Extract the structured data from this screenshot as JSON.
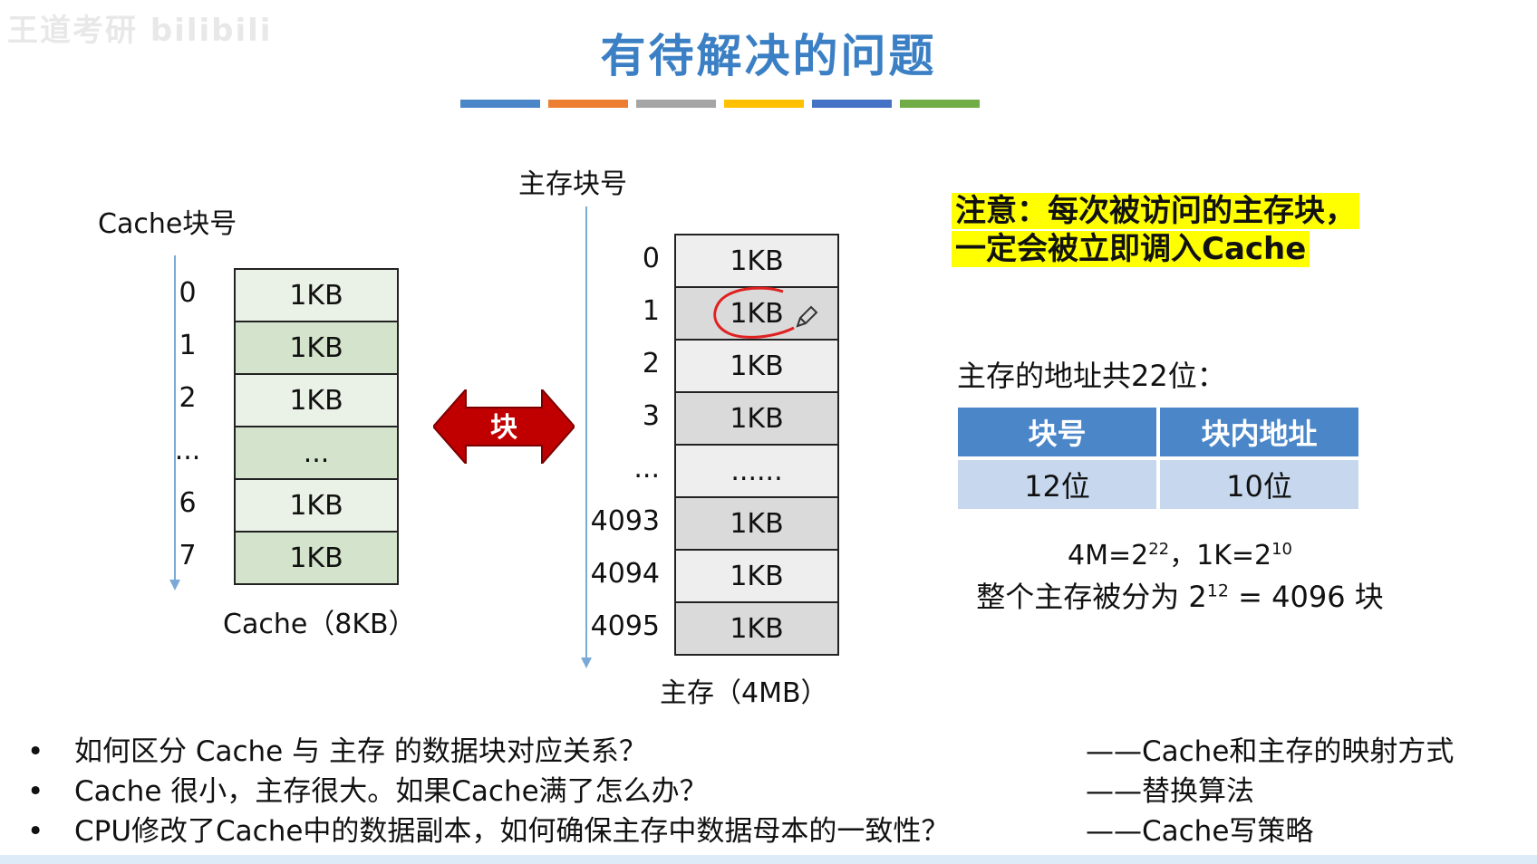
{
  "watermark": "王道考研 bilibili",
  "title": "有待解决的问题",
  "title_bar_colors": [
    "#4a86c8",
    "#ed7d31",
    "#a5a5a5",
    "#ffc000",
    "#4472c4",
    "#70ad47"
  ],
  "cache": {
    "label": "Cache块号",
    "caption": "Cache（8KB）",
    "indices": [
      "0",
      "1",
      "2",
      "...",
      "6",
      "7"
    ],
    "blocks": [
      "1KB",
      "1KB",
      "1KB",
      "...",
      "1KB",
      "1KB"
    ]
  },
  "arrow": {
    "label": "块",
    "color": "#c00000"
  },
  "memory": {
    "label": "主存块号",
    "caption": "主存（4MB）",
    "indices": [
      "0",
      "1",
      "2",
      "3",
      "...",
      "4093",
      "4094",
      "4095"
    ],
    "blocks": [
      "1KB",
      "1KB",
      "1KB",
      "1KB",
      "......",
      "1KB",
      "1KB",
      "1KB"
    ]
  },
  "note": {
    "line1": "注意：每次被访问的主存块，",
    "line2": "一定会被立即调入Cache"
  },
  "address": {
    "heading": "主存的地址共22位：",
    "col1_header": "块号",
    "col2_header": "块内地址",
    "col1_value": "12位",
    "col2_value": "10位",
    "formula_parts": [
      "4M=2",
      "22",
      "，1K=2",
      "10"
    ],
    "division_parts": [
      "整个主存被分为 2",
      "12",
      " = 4096 块"
    ]
  },
  "questions": [
    {
      "bullet": "•",
      "text": "如何区分 Cache 与 主存 的数据块对应关系？",
      "answer": "——Cache和主存的映射方式"
    },
    {
      "bullet": "•",
      "text": "Cache 很小，主存很大。如果Cache满了怎么办？",
      "answer": "——替换算法"
    },
    {
      "bullet": "•",
      "text": "CPU修改了Cache中的数据副本，如何确保主存中数据母本的一致性？",
      "answer": "——Cache写策略"
    }
  ]
}
